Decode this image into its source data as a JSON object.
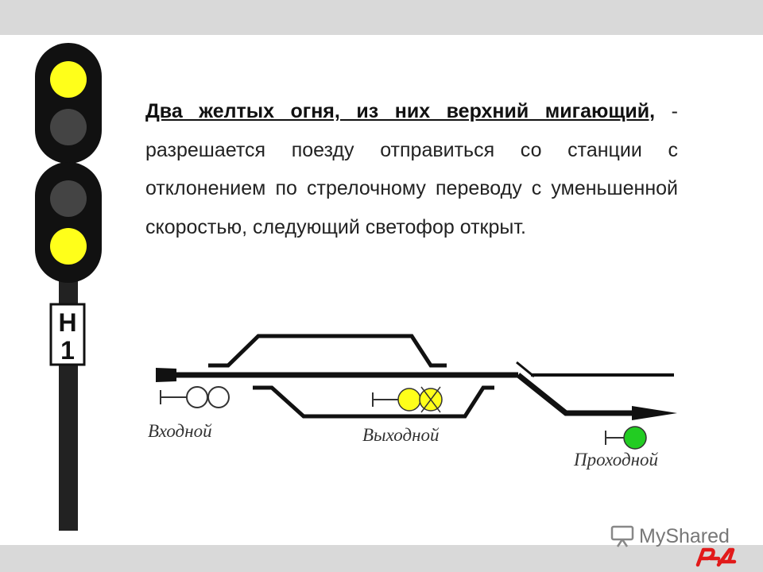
{
  "signal": {
    "plate_line1": "Н",
    "plate_line2": "1",
    "lamps": [
      "yellow",
      "off",
      "off",
      "yellow"
    ]
  },
  "description": {
    "bold_text": "Два желтых огня, из них верхний мигающий,",
    "rest_text": " - разрешается поезду отправиться со станции с отклонением по стрелочному переводу с уменьшенной скоростью, следующий светофор открыт."
  },
  "scheme": {
    "labels": {
      "entry": "Входной",
      "exit": "Выходной",
      "block": "Проходной"
    }
  },
  "watermark": {
    "text": "MyShared"
  },
  "logo": {
    "text": "РЖД"
  },
  "colors": {
    "yellow": "#ffff1a",
    "green": "#22cc22",
    "lamp_off": "#444444",
    "accent_red": "#e21a1a"
  }
}
